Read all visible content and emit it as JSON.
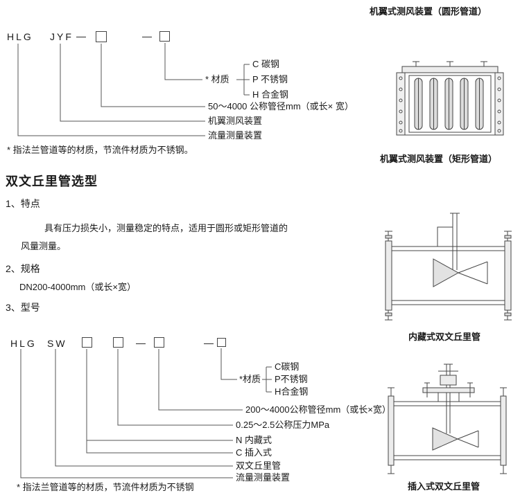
{
  "captions": {
    "circular": "机翼式测风装置（圆形管道）",
    "rectangular": "机翼式测风装置（矩形管道）",
    "builtin": "内藏式双文丘里管",
    "insertion": "插入式双文丘里管"
  },
  "airfoil_diagram": {
    "code_prefix": "HLG",
    "code_type": "JYF",
    "dash": "—",
    "material_label": "* 材质",
    "materials": [
      "C 碳钢",
      "P 不锈钢",
      "H 合金钢"
    ],
    "diameter_label": "50～4000  公称管径mm（或长× 宽）",
    "device_label": "机翼测风装置",
    "flow_label": "流量测量装置",
    "note": "*  指法兰管道等的材质，节流件材质为不锈钢。"
  },
  "venturi_section": {
    "heading": "双文丘里管选型",
    "feature_title": "1、特点",
    "feature_line1": "具有压力损失小，测量稳定的特点，适用于圆形或矩形管道的",
    "feature_line2": "风量测量。",
    "spec_title": "2、规格",
    "spec_text": "DN200-4000mm（或长×宽）",
    "model_title": "3、型号"
  },
  "venturi_diagram": {
    "code_prefix": "HLG",
    "code_type": "SW",
    "dash": "—",
    "material_label": "*材质",
    "materials": [
      "C碳钢",
      "P不锈钢",
      "H合金钢"
    ],
    "diameter_label": "200～4000公称管径mm（或长×宽）",
    "pressure_label": "0.25～2.5公称压力MPa",
    "type_n_label": "N 内藏式",
    "type_c_label": "C 插入式",
    "venturi_label": "双文丘里管",
    "flow_label": "流量测量装置",
    "note": "* 指法兰管道等的材质，节流件材质为不锈钢"
  }
}
